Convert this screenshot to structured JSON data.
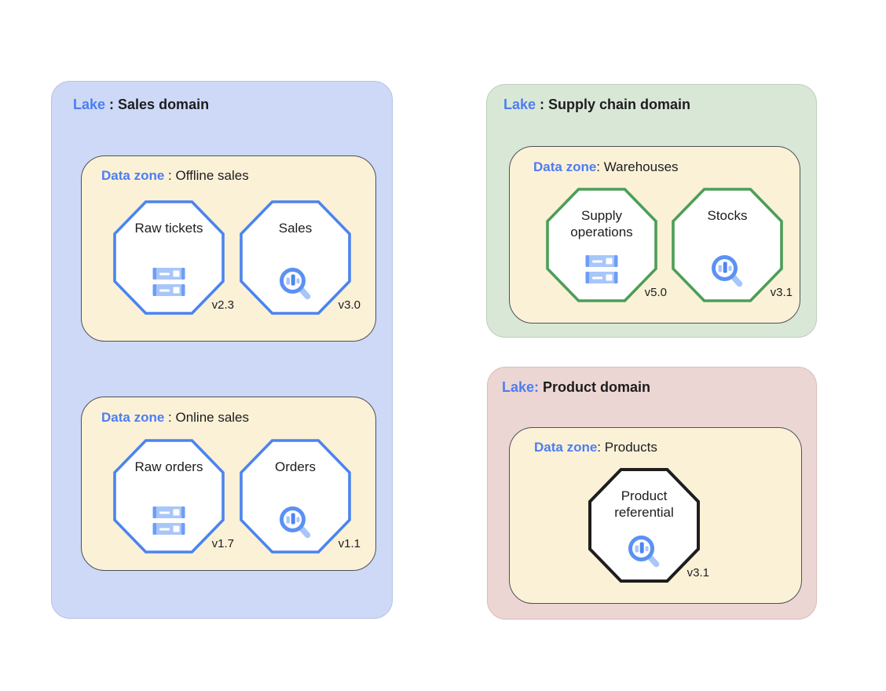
{
  "colors": {
    "accent_blue_text": "#4d7df2",
    "lake_sales_bg": "#cdd9f6",
    "lake_supply_bg": "#d9e7d6",
    "lake_product_bg": "#ecd6d3",
    "zone_bg": "#faf1d7",
    "octagon_blue": "#4b84ef",
    "octagon_green": "#4c9e58",
    "octagon_black": "#1e1e1e",
    "icon_blue_light": "#a8c6fa",
    "icon_blue_medium": "#5b91f3",
    "icon_blue_dark": "#4d86ef"
  },
  "lakes": {
    "sales": {
      "title_prefix": "Lake",
      "title_rest": " : Sales domain",
      "zones": {
        "offline": {
          "title_prefix": "Data zone",
          "title_rest": " : Offline sales",
          "assets": {
            "raw_tickets": {
              "name": "Raw tickets",
              "version": "v2.3",
              "icon": "storage-icon"
            },
            "sales": {
              "name": "Sales",
              "version": "v3.0",
              "icon": "search-analytics-icon"
            }
          }
        },
        "online": {
          "title_prefix": "Data zone",
          "title_rest": " : Online sales",
          "assets": {
            "raw_orders": {
              "name": "Raw orders",
              "version": "v1.7",
              "icon": "storage-icon"
            },
            "orders": {
              "name": "Orders",
              "version": "v1.1",
              "icon": "search-analytics-icon"
            }
          }
        }
      }
    },
    "supply_chain": {
      "title_prefix": "Lake",
      "title_rest": " : Supply chain domain",
      "zones": {
        "warehouses": {
          "title_prefix": "Data zone",
          "title_rest": ": Warehouses",
          "assets": {
            "supply_operations": {
              "name": "Supply operations",
              "version": "v5.0",
              "icon": "storage-icon"
            },
            "stocks": {
              "name": "Stocks",
              "version": "v3.1",
              "icon": "search-analytics-icon"
            }
          }
        }
      }
    },
    "product": {
      "title_prefix": "Lake:",
      "title_rest": " Product domain",
      "zones": {
        "products": {
          "title_prefix": "Data zone",
          "title_rest": ": Products",
          "assets": {
            "product_referential": {
              "name": "Product referential",
              "version": "v3.1",
              "icon": "search-analytics-icon"
            }
          }
        }
      }
    }
  }
}
